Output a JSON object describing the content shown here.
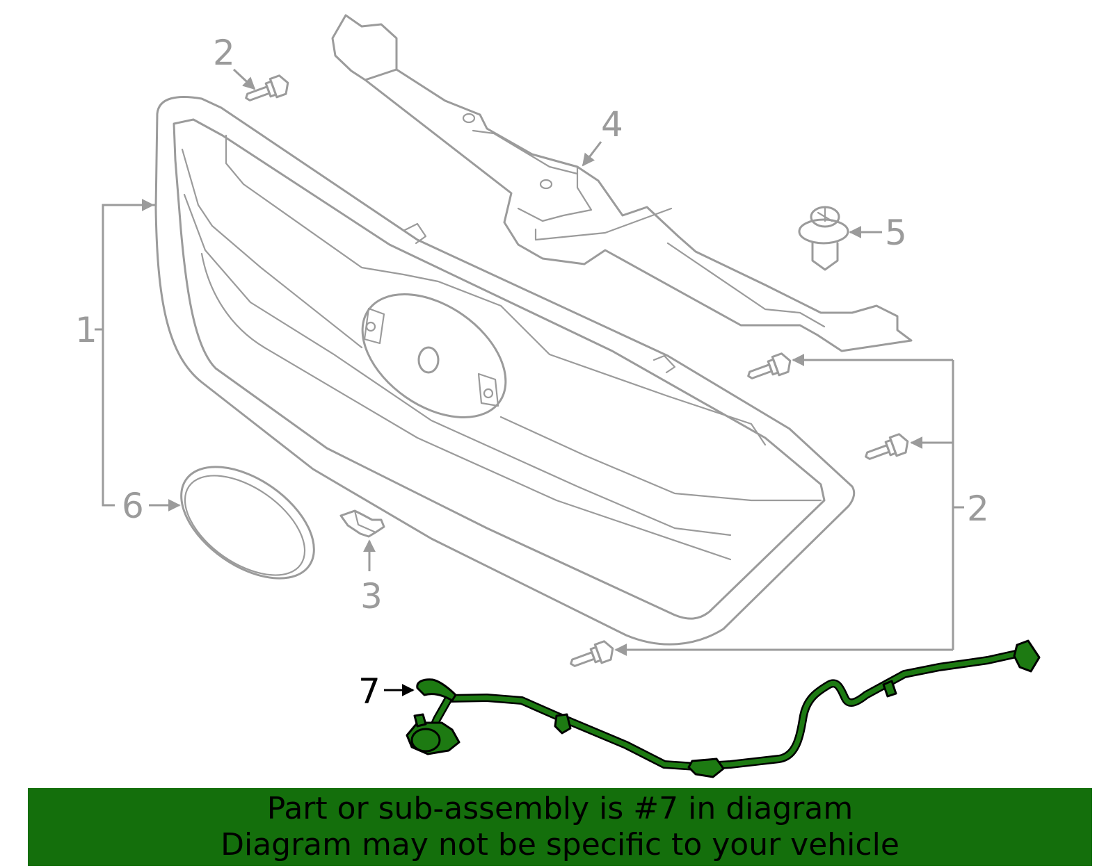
{
  "callouts": {
    "c1": "1",
    "c2_top": "2",
    "c2_right": "2",
    "c3": "3",
    "c4": "4",
    "c5": "5",
    "c6": "6",
    "c7": "7"
  },
  "banner": {
    "line1": "Part or sub-assembly is #7 in diagram",
    "line2": "Diagram may not be specific to your vehicle"
  },
  "colors": {
    "line_art": "#9b9b9b",
    "highlight_part": "#1d7a12",
    "banner_background": "#146f0c"
  }
}
